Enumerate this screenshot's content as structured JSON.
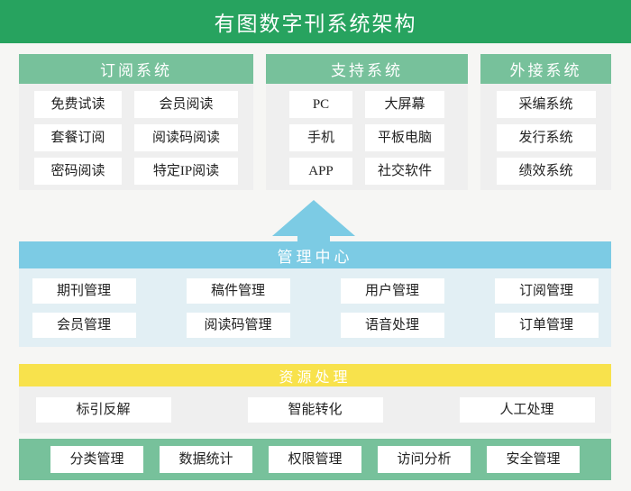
{
  "header": {
    "title": "有图数字刊系统架构",
    "background_color": "#27a35f",
    "text_color": "#ffffff"
  },
  "colors": {
    "header_green": "#27a35f",
    "panel_green": "#77c19b",
    "panel_body_gray": "#efefef",
    "mgmt_blue": "#7ccbe4",
    "mgmt_body_blue": "#e2eff4",
    "resource_yellow": "#f8e24c",
    "chip_white": "#ffffff",
    "canvas_bg": "#f6f6f4",
    "arrow_blue": "#7ccbe4"
  },
  "top_panels": [
    {
      "title": "订阅系统",
      "rows": [
        [
          "免费试读",
          "会员阅读"
        ],
        [
          "套餐订阅",
          "阅读码阅读"
        ],
        [
          "密码阅读",
          "特定IP阅读"
        ]
      ]
    },
    {
      "title": "支持系统",
      "rows": [
        [
          "PC",
          "大屏幕"
        ],
        [
          "手机",
          "平板电脑"
        ],
        [
          "APP",
          "社交软件"
        ]
      ]
    },
    {
      "title": "外接系统",
      "rows": [
        [
          "采编系统"
        ],
        [
          "发行系统"
        ],
        [
          "绩效系统"
        ]
      ]
    }
  ],
  "arrow": {
    "direction": "up",
    "name": "upward-arrow"
  },
  "management_center": {
    "title": "管理中心",
    "rows": [
      [
        "期刊管理",
        "稿件管理",
        "用户管理",
        "订阅管理"
      ],
      [
        "会员管理",
        "阅读码管理",
        "语音处理",
        "订单管理"
      ]
    ]
  },
  "resource_processing": {
    "title": "资源处理",
    "items": [
      "标引反解",
      "智能转化",
      "人工处理"
    ]
  },
  "footer": {
    "items": [
      "分类管理",
      "数据统计",
      "权限管理",
      "访问分析",
      "安全管理"
    ]
  }
}
